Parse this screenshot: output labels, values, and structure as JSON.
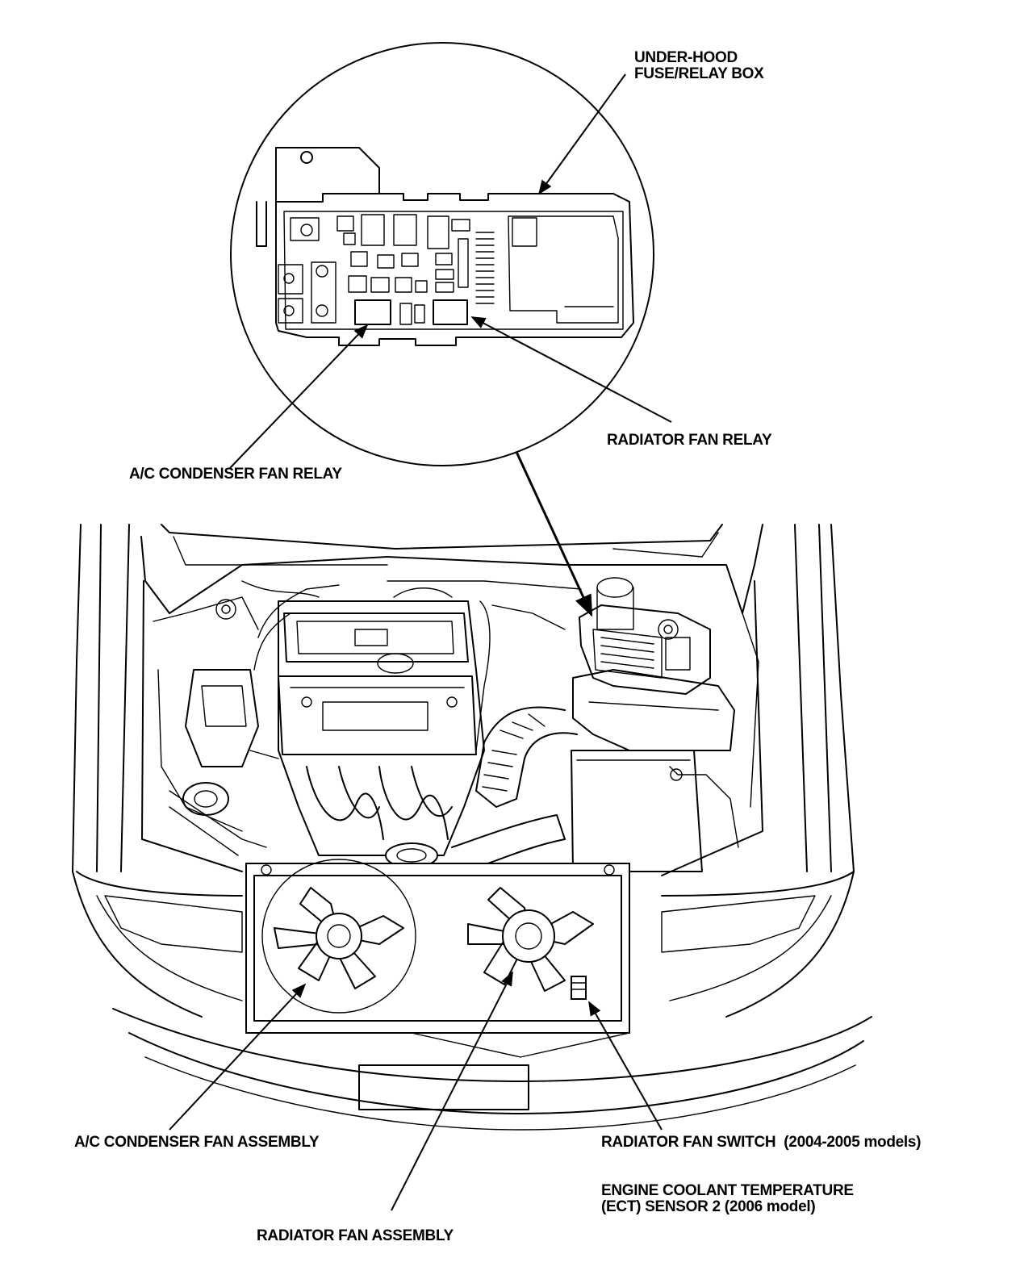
{
  "labels": {
    "fuse_box_line1": "UNDER-HOOD",
    "fuse_box_line2": "FUSE/RELAY BOX",
    "radiator_fan_relay": "RADIATOR FAN RELAY",
    "ac_condenser_fan_relay": "A/C CONDENSER FAN RELAY",
    "ac_condenser_fan_assembly": "A/C CONDENSER FAN ASSEMBLY",
    "radiator_fan_switch": "RADIATOR FAN SWITCH",
    "radiator_fan_switch_note": "(2004-2005 models)",
    "radiator_fan_assembly": "RADIATOR FAN ASSEMBLY",
    "ect_line1": "ENGINE COOLANT TEMPERATURE",
    "ect_line2": "(ECT) SENSOR 2 (2006 model)"
  }
}
